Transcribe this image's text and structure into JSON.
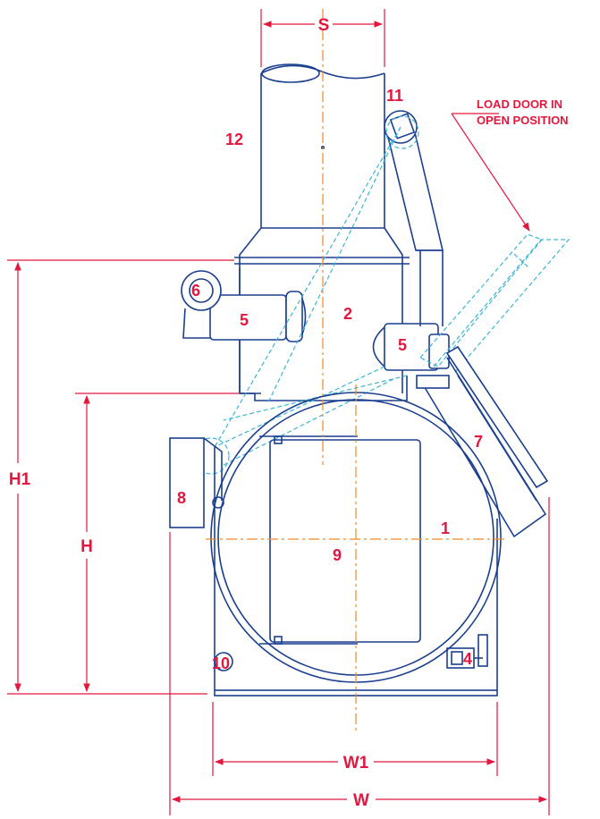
{
  "dimensions": {
    "s": "S",
    "h1": "H1",
    "h": "H",
    "w1": "W1",
    "w": "W"
  },
  "callouts": {
    "c1": "1",
    "c2": "2",
    "c4": "4",
    "c5a": "5",
    "c5b": "5",
    "c6": "6",
    "c7": "7",
    "c8": "8",
    "c9": "9",
    "c10": "10",
    "c11": "11",
    "c12": "12"
  },
  "note": {
    "line1": "LOAD DOOR IN",
    "line2": "OPEN POSITION"
  },
  "colors": {
    "outline": "#1b3f8f",
    "hidden": "#3bb6d6",
    "centerline": "#f08a24",
    "annotation": "#e3173e"
  }
}
